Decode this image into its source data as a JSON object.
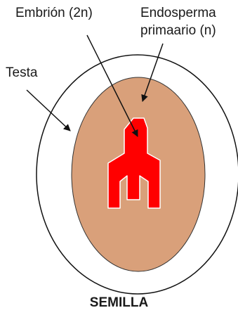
{
  "labels": {
    "embryo": "Embrión (2n)",
    "endosperm_line1": "Endosperma",
    "endosperm_line2": "primaario (n)",
    "testa": "Testa"
  },
  "title": "SEMILLA",
  "colors": {
    "testa_fill": "#ffffff",
    "testa_stroke": "#111111",
    "endosperm_fill": "#d9a07a",
    "embryo_fill": "#ff0000",
    "embryo_stroke": "#ffffff",
    "arrow": "#111111"
  }
}
